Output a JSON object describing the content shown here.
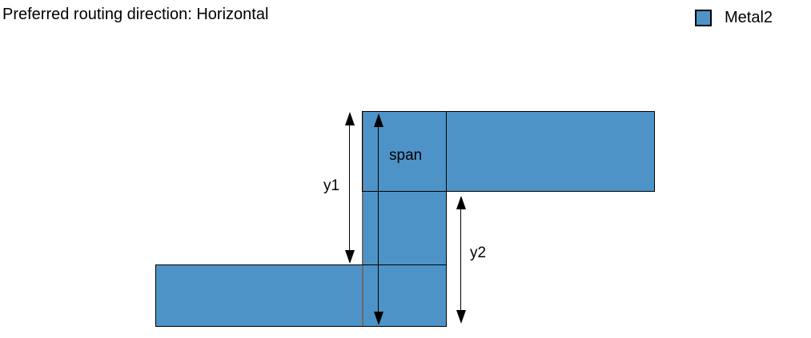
{
  "header": {
    "title": "Preferred routing direction: Horizontal"
  },
  "legend": {
    "label": "Metal2",
    "swatch_color": "#4e93c7"
  },
  "colors": {
    "metal2_fill": "#4e93c7",
    "outline": "#000000",
    "vertical_left_edge": "#6a6a70",
    "text": "#000000",
    "background": "#ffffff"
  },
  "diagram": {
    "labels": {
      "y1": "y1",
      "span": "span",
      "y2": "y2"
    },
    "segments": [
      {
        "name": "metal2-vertical-segment"
      },
      {
        "name": "metal2-top-right-horizontal-segment"
      },
      {
        "name": "metal2-bottom-left-horizontal-segment"
      }
    ]
  }
}
